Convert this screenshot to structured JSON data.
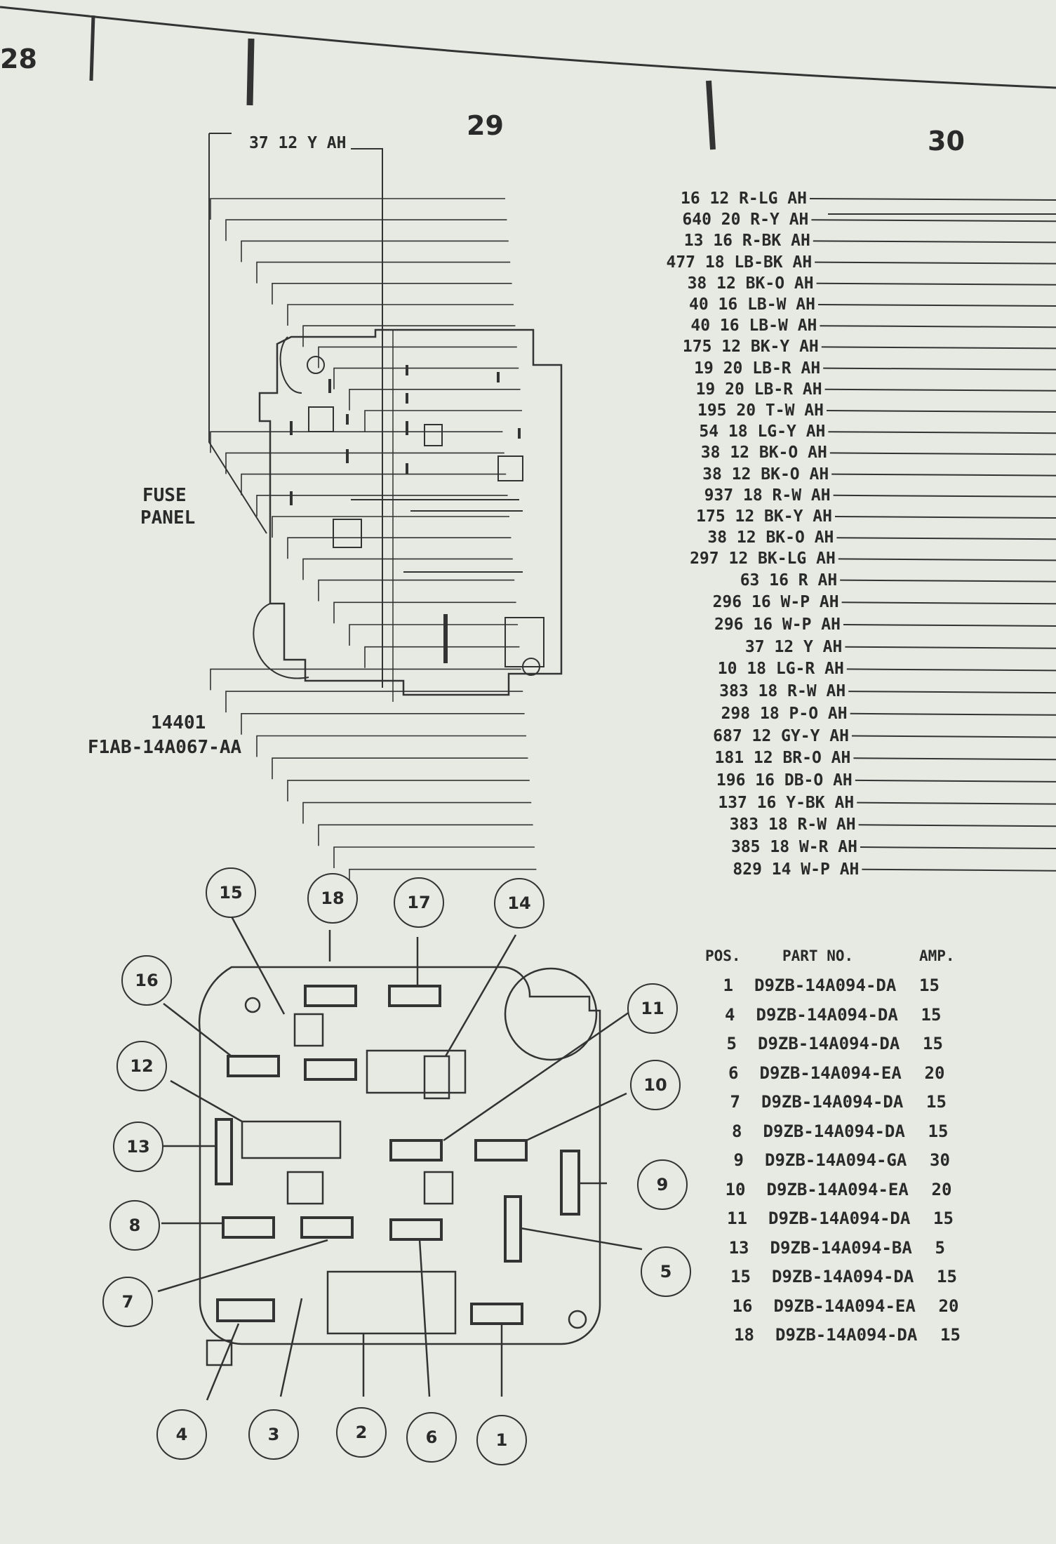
{
  "zones": [
    "28",
    "29",
    "30"
  ],
  "labels": {
    "fuse_panel_1": "FUSE",
    "fuse_panel_2": "PANEL",
    "part_number": "14401",
    "part_code": "F1AB-14A067-AA"
  },
  "top_wire": "37  12  Y  AH",
  "wires": [
    "16  12  R-LG AH",
    "640  20  R-Y  AH",
    "13  16  R-BK AH",
    "477  18  LB-BK AH",
    "38  12  BK-O AH",
    "40  16  LB-W AH",
    "40  16  LB-W AH",
    "175  12  BK-Y AH",
    "19  20  LB-R AH",
    "19  20  LB-R AH",
    "195  20  T-W  AH",
    "54  18  LG-Y AH",
    "38  12  BK-O AH",
    "38  12  BK-O AH",
    "937  18  R-W  AH",
    "175  12  BK-Y AH",
    "38  12  BK-O AH",
    "297  12  BK-LG AH",
    "63  16  R  AH",
    "296  16  W-P AH",
    "296  16  W-P AH",
    "37  12  Y  AH",
    "10  18  LG-R AH",
    "383  18  R-W  AH",
    "298  18  P-O  AH",
    "687  12  GY-Y AH",
    "181  12  BR-O AH",
    "196  16  DB-O AH",
    "137  16  Y-BK AH",
    "383  18  R-W AH",
    "385  18  W-R AH",
    "829  14  W-P  AH"
  ],
  "callouts": [
    "15",
    "18",
    "17",
    "14",
    "16",
    "11",
    "12",
    "10",
    "13",
    "9",
    "8",
    "5",
    "7",
    "4",
    "3",
    "2",
    "6",
    "1"
  ],
  "table": {
    "headers": [
      "POS.",
      "PART NO.",
      "AMP."
    ],
    "rows": [
      [
        "1",
        "D9ZB-14A094-DA",
        "15"
      ],
      [
        "4",
        "D9ZB-14A094-DA",
        "15"
      ],
      [
        "5",
        "D9ZB-14A094-DA",
        "15"
      ],
      [
        "6",
        "D9ZB-14A094-EA",
        "20"
      ],
      [
        "7",
        "D9ZB-14A094-DA",
        "15"
      ],
      [
        "8",
        "D9ZB-14A094-DA",
        "15"
      ],
      [
        "9",
        "D9ZB-14A094-GA",
        "30"
      ],
      [
        "10",
        "D9ZB-14A094-EA",
        "20"
      ],
      [
        "11",
        "D9ZB-14A094-DA",
        "15"
      ],
      [
        "13",
        "D9ZB-14A094-BA",
        "5"
      ],
      [
        "15",
        "D9ZB-14A094-DA",
        "15"
      ],
      [
        "16",
        "D9ZB-14A094-EA",
        "20"
      ],
      [
        "18",
        "D9ZB-14A094-DA",
        "15"
      ]
    ]
  }
}
